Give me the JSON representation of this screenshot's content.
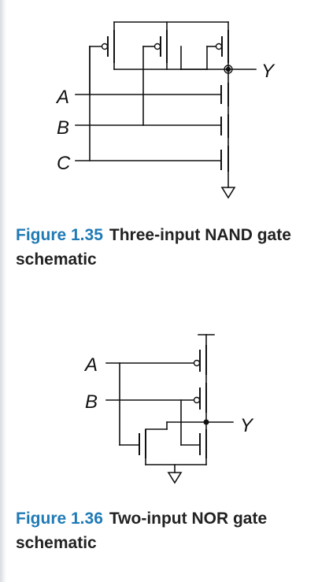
{
  "figures": [
    {
      "label": "Figure 1.35",
      "title": "Three-input NAND gate schematic",
      "inputs": [
        "A",
        "B",
        "C"
      ],
      "output": "Y"
    },
    {
      "label": "Figure 1.36",
      "title": "Two-input NOR gate schematic",
      "inputs": [
        "A",
        "B"
      ],
      "output": "Y"
    }
  ]
}
